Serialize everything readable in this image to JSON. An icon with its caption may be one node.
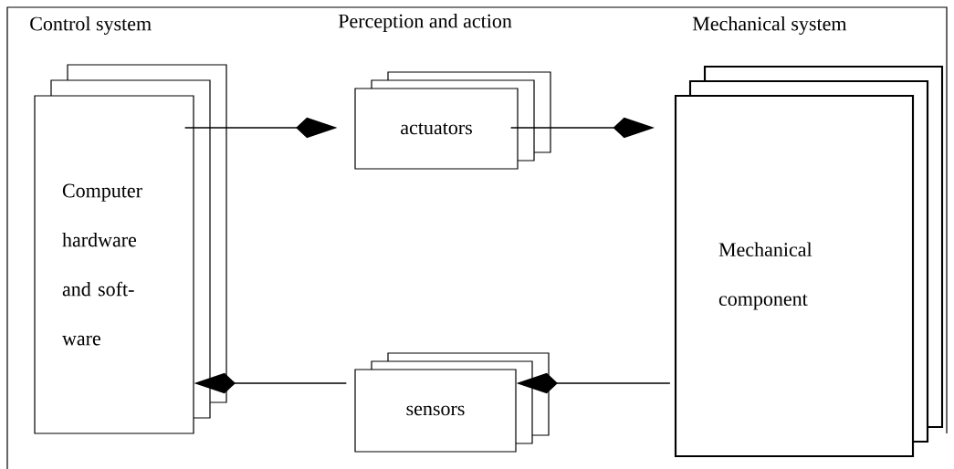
{
  "diagram": {
    "nodes": [
      {
        "text": [
          "Computer hardware and soft- ware"
        ]
      },
      {
        "text": [
          "actuators"
        ]
      },
      {
        "text": [
          "sensors"
        ]
      },
      {
        "text": [
          "Mechanical component"
        ]
      }
    ],
    "edges": [
      {
        "from": 0,
        "to": 1,
        "arrow": "to"
      },
      {
        "from": 1,
        "to": 3,
        "arrow": "to"
      },
      {
        "from": 3,
        "to": 2,
        "arrow": "to"
      },
      {
        "from": 2,
        "to": 0,
        "arrow": "to"
      }
    ],
    "labels": [
      "Control system",
      "Perception and action",
      "Mechanical system"
    ]
  }
}
